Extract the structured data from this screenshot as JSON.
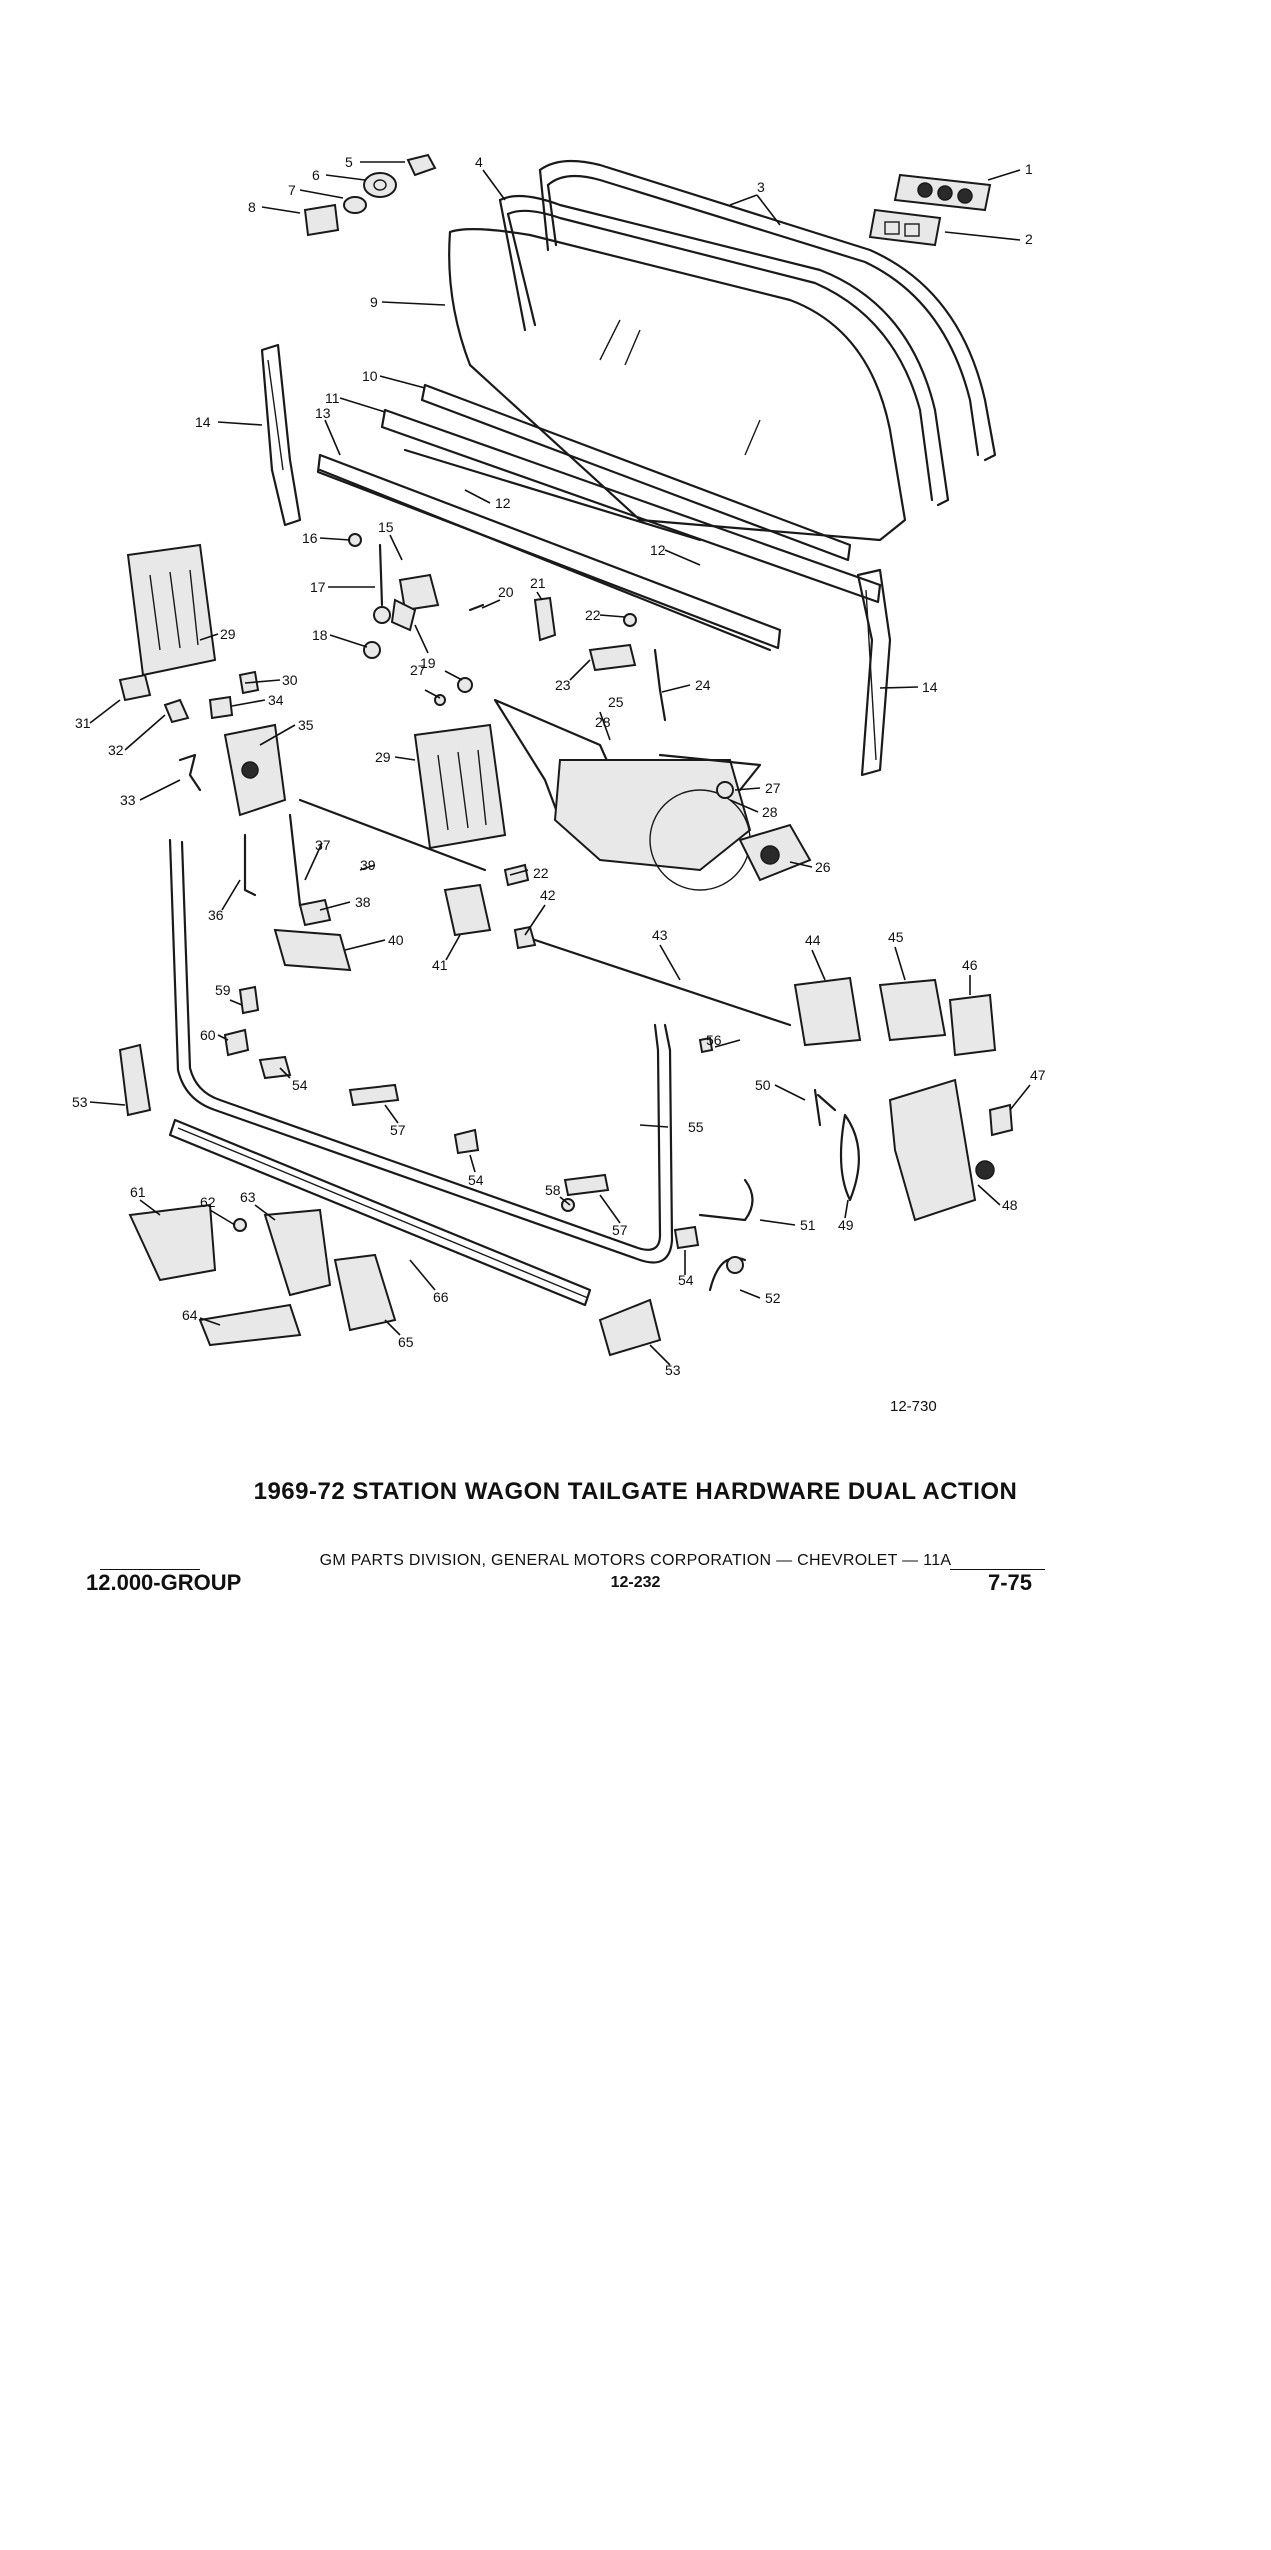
{
  "diagram": {
    "figure_id": "12-730",
    "callouts": [
      "1",
      "2",
      "3",
      "4",
      "5",
      "6",
      "7",
      "8",
      "9",
      "10",
      "11",
      "12",
      "12",
      "13",
      "14",
      "14",
      "15",
      "16",
      "17",
      "18",
      "19",
      "20",
      "21",
      "22",
      "22",
      "23",
      "24",
      "25",
      "26",
      "27",
      "27",
      "28",
      "28",
      "29",
      "29",
      "30",
      "31",
      "32",
      "33",
      "34",
      "35",
      "36",
      "37",
      "38",
      "39",
      "40",
      "41",
      "42",
      "43",
      "44",
      "45",
      "46",
      "47",
      "48",
      "49",
      "50",
      "51",
      "52",
      "53",
      "53",
      "54",
      "54",
      "54",
      "55",
      "56",
      "57",
      "57",
      "58",
      "59",
      "60",
      "61",
      "62",
      "63",
      "64",
      "65",
      "66"
    ]
  },
  "title": "1969-72 STATION WAGON TAILGATE HARDWARE DUAL ACTION",
  "footer": {
    "credit": "GM PARTS DIVISION, GENERAL MOTORS CORPORATION — CHEVROLET — 11A",
    "group": "12.000-GROUP",
    "page": "12-232",
    "date": "7-75"
  }
}
